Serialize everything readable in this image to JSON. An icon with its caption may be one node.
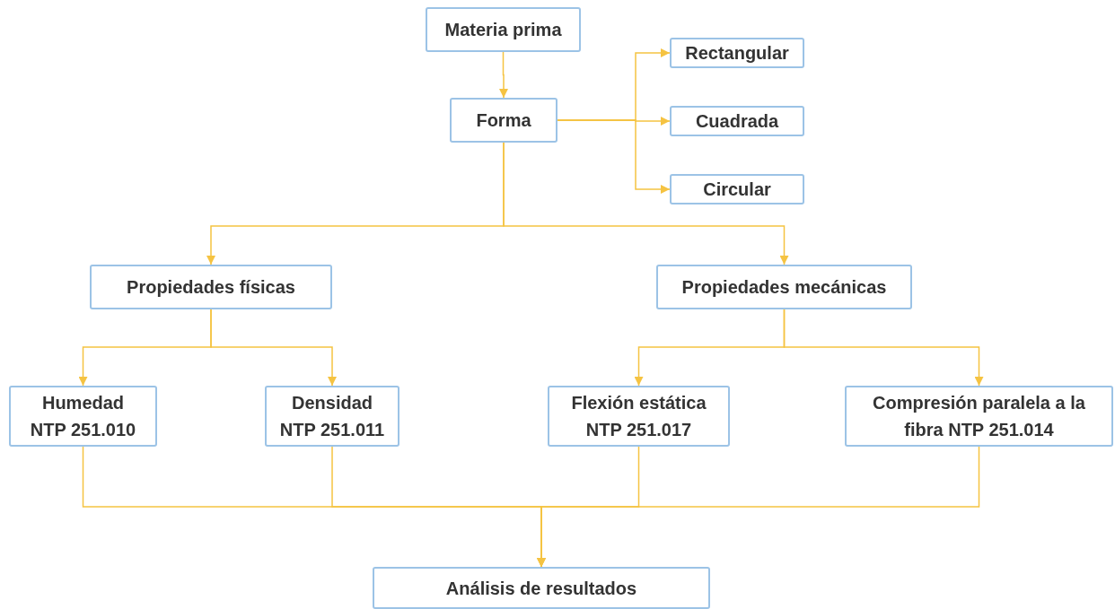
{
  "diagram": {
    "nodes": [
      {
        "text": [
          "Materia prima"
        ]
      },
      {
        "text": [
          "Forma"
        ]
      },
      {
        "text": [
          "Rectangular"
        ]
      },
      {
        "text": [
          "Cuadrada"
        ]
      },
      {
        "text": [
          "Circular"
        ]
      },
      {
        "text": [
          "Propiedades físicas"
        ]
      },
      {
        "text": [
          "Propiedades mecánicas"
        ]
      },
      {
        "text": [
          "Humedad NTP 251.010"
        ]
      },
      {
        "text": [
          "Densidad NTP 251.011"
        ]
      },
      {
        "text": [
          "Flexión estática NTP 251.017"
        ]
      },
      {
        "text": [
          "Compresión paralela a la fibra NTP 251.014"
        ]
      },
      {
        "text": [
          "Análisis de resultados"
        ]
      }
    ],
    "edges": [
      {
        "from": 0,
        "to": 1,
        "arrow": "to"
      },
      {
        "from": 1,
        "to": 2,
        "arrow": "to"
      },
      {
        "from": 1,
        "to": 3,
        "arrow": "to"
      },
      {
        "from": 1,
        "to": 4,
        "arrow": "to"
      },
      {
        "from": 1,
        "to": 5,
        "arrow": "to"
      },
      {
        "from": 1,
        "to": 6,
        "arrow": "to"
      },
      {
        "from": 5,
        "to": 7,
        "arrow": "to"
      },
      {
        "from": 5,
        "to": 8,
        "arrow": "to"
      },
      {
        "from": 6,
        "to": 9,
        "arrow": "to"
      },
      {
        "from": 6,
        "to": 10,
        "arrow": "to"
      },
      {
        "from": 7,
        "to": 11,
        "arrow": "to"
      },
      {
        "from": 8,
        "to": 11,
        "arrow": "to"
      },
      {
        "from": 9,
        "to": 11,
        "arrow": "to"
      },
      {
        "from": 10,
        "to": 11,
        "arrow": "to"
      }
    ]
  }
}
